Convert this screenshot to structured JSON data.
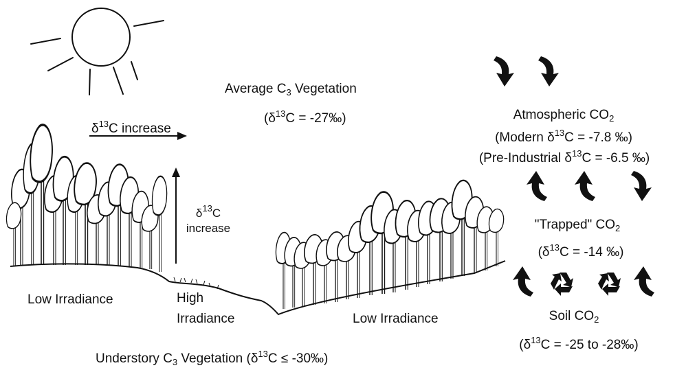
{
  "average_c3": {
    "title": "Average C",
    "title_sub": "3",
    "title_rest": " Vegetation",
    "value": "(δ",
    "value_sup": "13",
    "value_rest": "C = -27‰)"
  },
  "increase_horizontal": {
    "delta": "δ",
    "sup": "13",
    "rest": "C increase"
  },
  "increase_vertical": {
    "delta": "δ",
    "sup": "13",
    "rest": "C",
    "line2": "increase"
  },
  "atmospheric": {
    "title": "Atmospheric CO",
    "title_sub": "2",
    "modern_a": "(Modern δ",
    "modern_sup": "13",
    "modern_b": "C = -7.8 ‰)",
    "pre_a": "(Pre-Industrial δ",
    "pre_sup": "13",
    "pre_b": "C = -6.5 ‰)"
  },
  "trapped": {
    "title": "\"Trapped\" CO",
    "title_sub": "2",
    "value_a": "(δ",
    "value_sup": "13",
    "value_b": "C = -14 ‰)"
  },
  "soil": {
    "title": "Soil CO",
    "title_sub": "2",
    "value_a": "(δ",
    "value_sup": "13",
    "value_b": "C = -25 to -28‰)"
  },
  "left_label": "Low Irradiance",
  "middle_label_1": "High",
  "middle_label_2": "Irradiance",
  "right_label": "Low Irradiance",
  "understory": {
    "a": "Understory C",
    "sub": "3",
    "b": " Vegetation (δ",
    "sup": "13",
    "c": "C ≤ -30‰)"
  },
  "icons": [
    "sun-icon",
    "curved-arrow-icon",
    "recycle-icon",
    "tree-icon"
  ],
  "colors": {
    "ink": "#111111",
    "background": "#ffffff"
  }
}
